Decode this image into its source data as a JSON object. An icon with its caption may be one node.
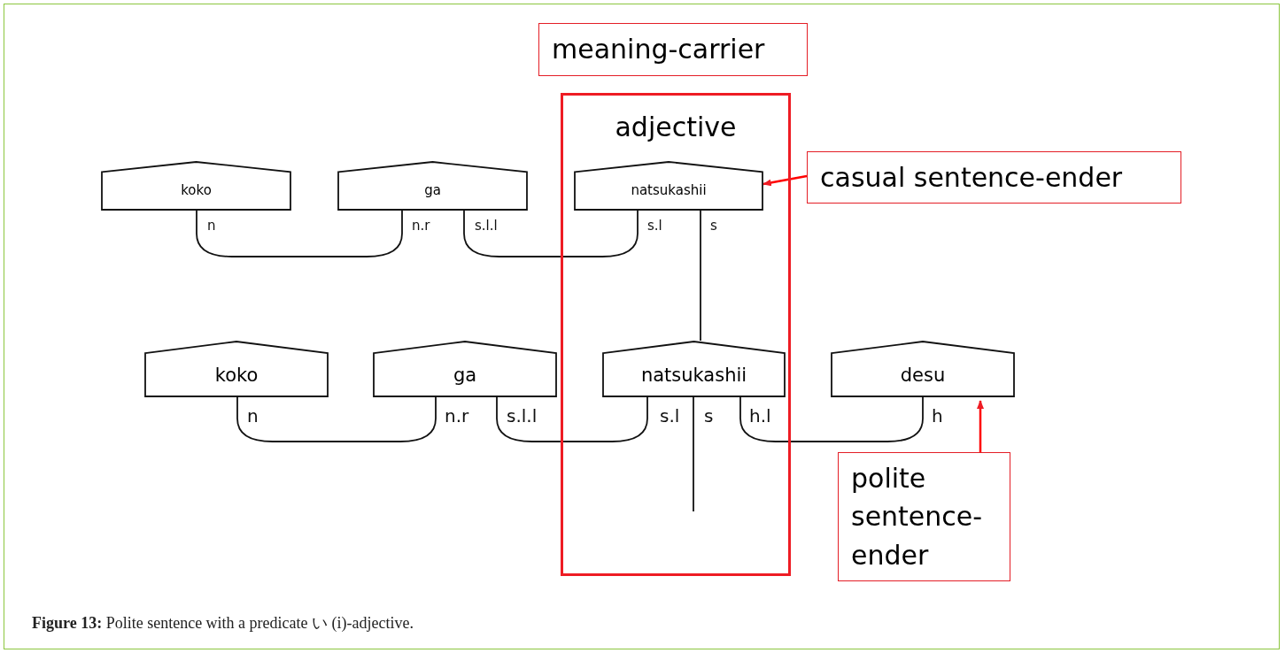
{
  "diagram": {
    "caption": "**Figure 13:** Polite sentence with a predicate い (i)-adjective.",
    "nodes": [
      {
        "text": [
          "meaning-carrier"
        ]
      },
      {
        "text": [
          "adjective"
        ]
      },
      {
        "text": [
          "koko"
        ]
      },
      {
        "text": [
          "ga"
        ]
      },
      {
        "text": [
          "natsukashii"
        ],
        "in": 1
      },
      {
        "text": [
          "casual sentence-ender"
        ]
      },
      {
        "text": [
          "koko"
        ]
      },
      {
        "text": [
          "ga"
        ]
      },
      {
        "text": [
          "natsukashii"
        ],
        "in": 1
      },
      {
        "text": [
          "desu"
        ]
      },
      {
        "text": [
          "polite sentence-ender"
        ]
      }
    ],
    "edges": [
      {
        "from": 2,
        "to": 3,
        "arrow": "none"
      },
      {
        "from": 3,
        "to": 4,
        "arrow": "none"
      },
      {
        "from": 4,
        "to": 8,
        "arrow": "none"
      },
      {
        "from": 6,
        "to": 7,
        "arrow": "none"
      },
      {
        "from": 7,
        "to": 8,
        "arrow": "none"
      },
      {
        "from": 8,
        "to": 9,
        "arrow": "none"
      },
      {
        "from": 8,
        "to": null,
        "arrow": "none"
      },
      {
        "from": 5,
        "to": 4,
        "arrow": "to",
        "color": "#ff0000"
      },
      {
        "from": 10,
        "to": 9,
        "arrow": "to",
        "color": "#ff0000"
      }
    ],
    "labels": [
      "n",
      "n.r",
      "s.l.l",
      "s.l",
      "s",
      "n",
      "n.r",
      "s.l.l",
      "s.l",
      "s",
      "h.l",
      "h"
    ]
  }
}
